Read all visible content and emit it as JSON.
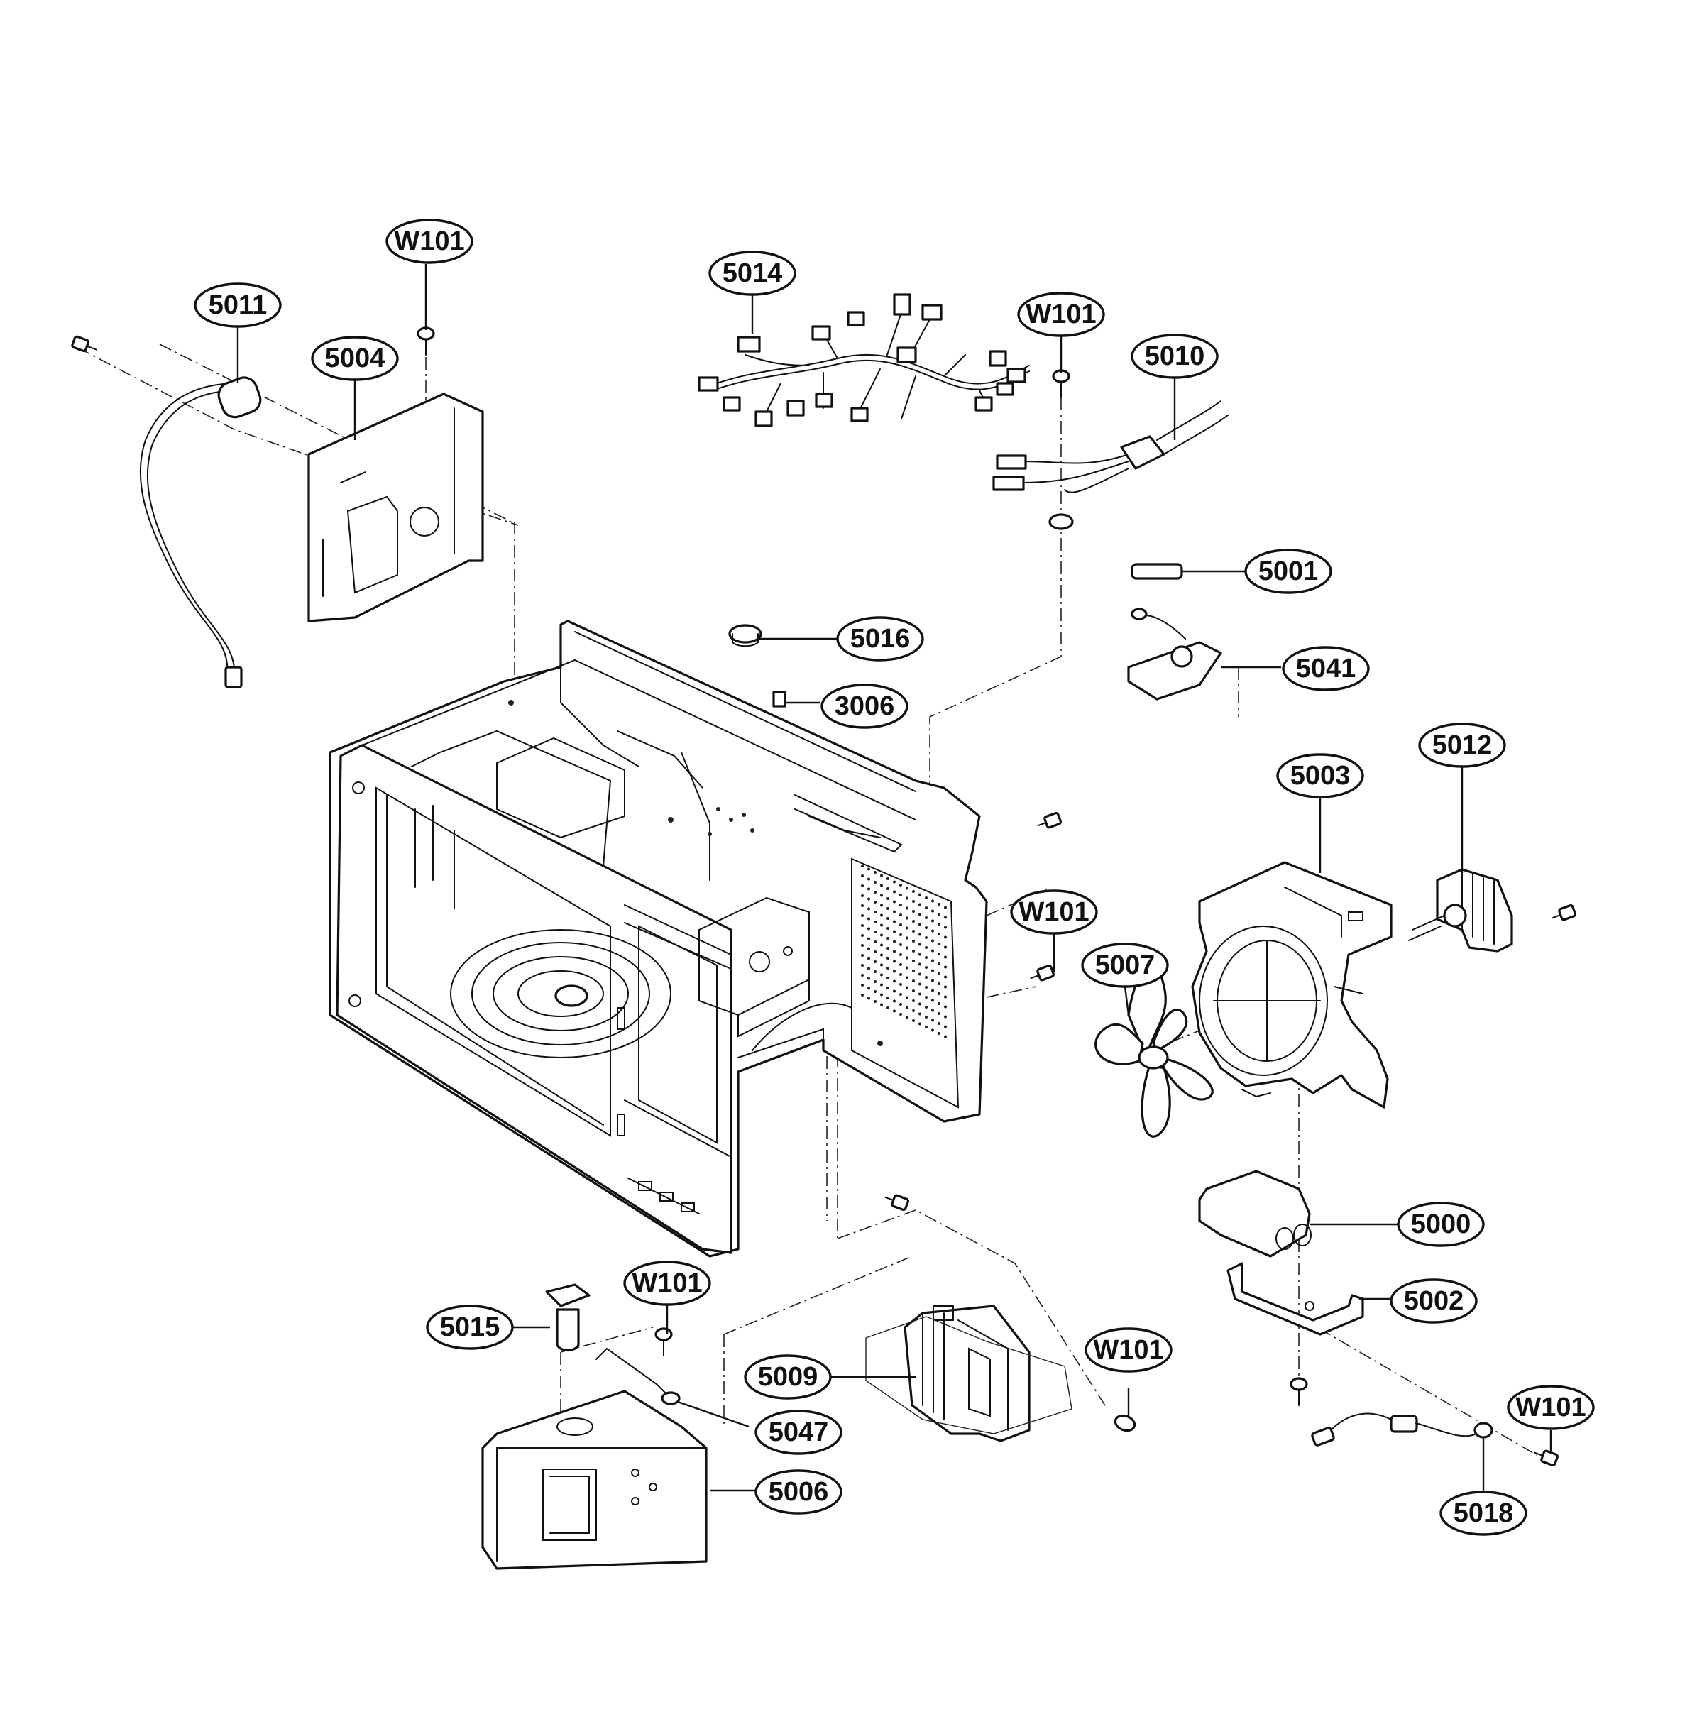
{
  "labels": {
    "w101_top": "W101",
    "p5011": "5011",
    "p5004": "5004",
    "p5014": "5014",
    "w101_mid": "W101",
    "p5010": "5010",
    "p5001": "5001",
    "p5016": "5016",
    "p3006": "3006",
    "p5041": "5041",
    "p5012": "5012",
    "p5003": "5003",
    "w101_cavity": "W101",
    "p5007": "5007",
    "p5000": "5000",
    "p5002": "5002",
    "w101_bottom": "W101",
    "p5015": "5015",
    "p5009": "5009",
    "w101_transformer": "W101",
    "w101_right": "W101",
    "p5047": "5047",
    "p5006": "5006",
    "p5018": "5018"
  },
  "colors": {
    "line": "#111111",
    "background": "#ffffff"
  },
  "icons": [
    "screw-icon",
    "wire-harness-icon",
    "fan-blade-icon",
    "capacitor-icon",
    "transformer-icon",
    "thermostat-icon"
  ]
}
